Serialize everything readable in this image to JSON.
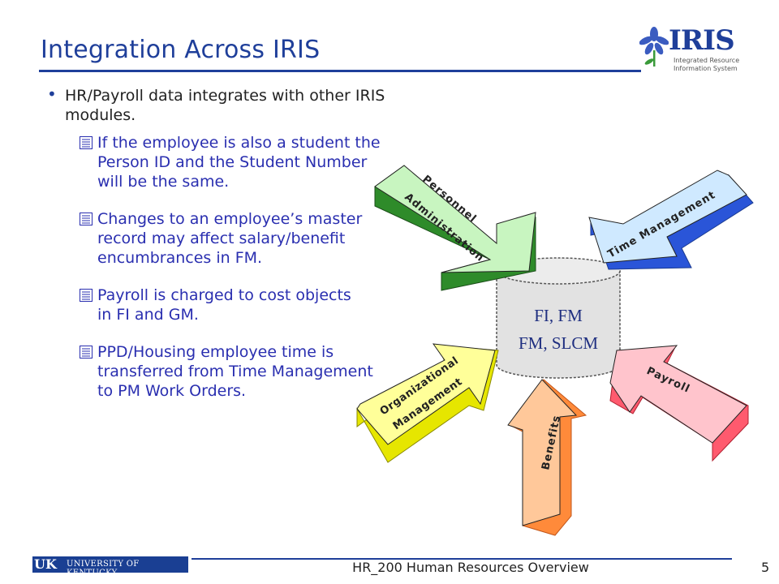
{
  "slide": {
    "title": "Integration Across IRIS",
    "page_number": "5",
    "footer": "HR_200 Human Resources Overview"
  },
  "logo": {
    "wordmark": "IRIS",
    "line1": "Integrated Resource",
    "line2": "Information System"
  },
  "university_logo": {
    "mark": "UK",
    "name": "UNIVERSITY OF KENTUCKY"
  },
  "bullets": {
    "main": "HR/Payroll data integrates with other IRIS modules.",
    "sub": [
      "If the employee is also a student the Person ID and the Student Number will be the same.",
      "Changes to an employee’s master record may affect salary/benefit encumbrances in FM.",
      "Payroll is charged to cost objects in FI and GM.",
      "PPD/Housing employee time is transferred from Time Management to PM Work Orders."
    ]
  },
  "diagram": {
    "hub_line1": "FI, FM",
    "hub_line2": "FM, SLCM",
    "arrows": [
      {
        "line1": "Personnel",
        "line2": "Administration",
        "face": "#c8f5c0",
        "side": "#2e8b2a"
      },
      {
        "line1": "Time Management",
        "line2": "",
        "face": "#cfe9ff",
        "side": "#2a55d8"
      },
      {
        "line1": "Organizational",
        "line2": "Management",
        "face": "#ffff99",
        "side": "#e6e600"
      },
      {
        "line1": "Benefits",
        "line2": "",
        "face": "#ffc89a",
        "side": "#ff8a3a"
      },
      {
        "line1": "Payroll",
        "line2": "",
        "face": "#ffc4cc",
        "side": "#ff5a6e"
      }
    ]
  }
}
